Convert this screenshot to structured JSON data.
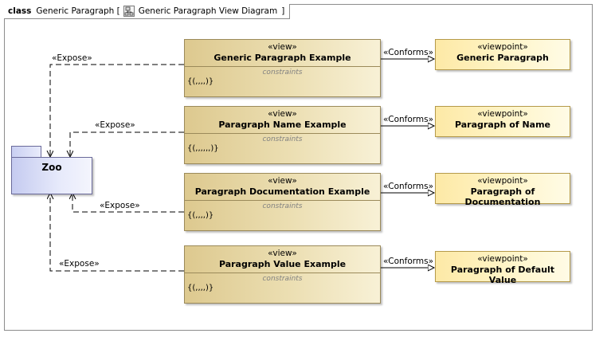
{
  "diagram": {
    "kind": "class",
    "name": "Generic Paragraph",
    "view_name": "Generic Paragraph View Diagram"
  },
  "package": {
    "name": "Zoo"
  },
  "expose_label": "«Expose»",
  "conforms_label": "«Conforms»",
  "views": [
    {
      "stereotype": "«view»",
      "name": "Generic Paragraph Example",
      "constraints_title": "constraints",
      "constraints": "{(,,,,)}"
    },
    {
      "stereotype": "«view»",
      "name": "Paragraph Name Example",
      "constraints_title": "constraints",
      "constraints": "{(,,,,,,)}"
    },
    {
      "stereotype": "«view»",
      "name": "Paragraph Documentation Example",
      "constraints_title": "constraints",
      "constraints": "{(,,,,)}"
    },
    {
      "stereotype": "«view»",
      "name": "Paragraph Value Example",
      "constraints_title": "constraints",
      "constraints": "{(,,,,)}"
    }
  ],
  "viewpoints": [
    {
      "stereotype": "«viewpoint»",
      "name": "Generic Paragraph"
    },
    {
      "stereotype": "«viewpoint»",
      "name": "Paragraph of Name"
    },
    {
      "stereotype": "«viewpoint»",
      "name": "Paragraph of Documentation"
    },
    {
      "stereotype": "«viewpoint»",
      "name": "Paragraph of Default Value"
    }
  ]
}
